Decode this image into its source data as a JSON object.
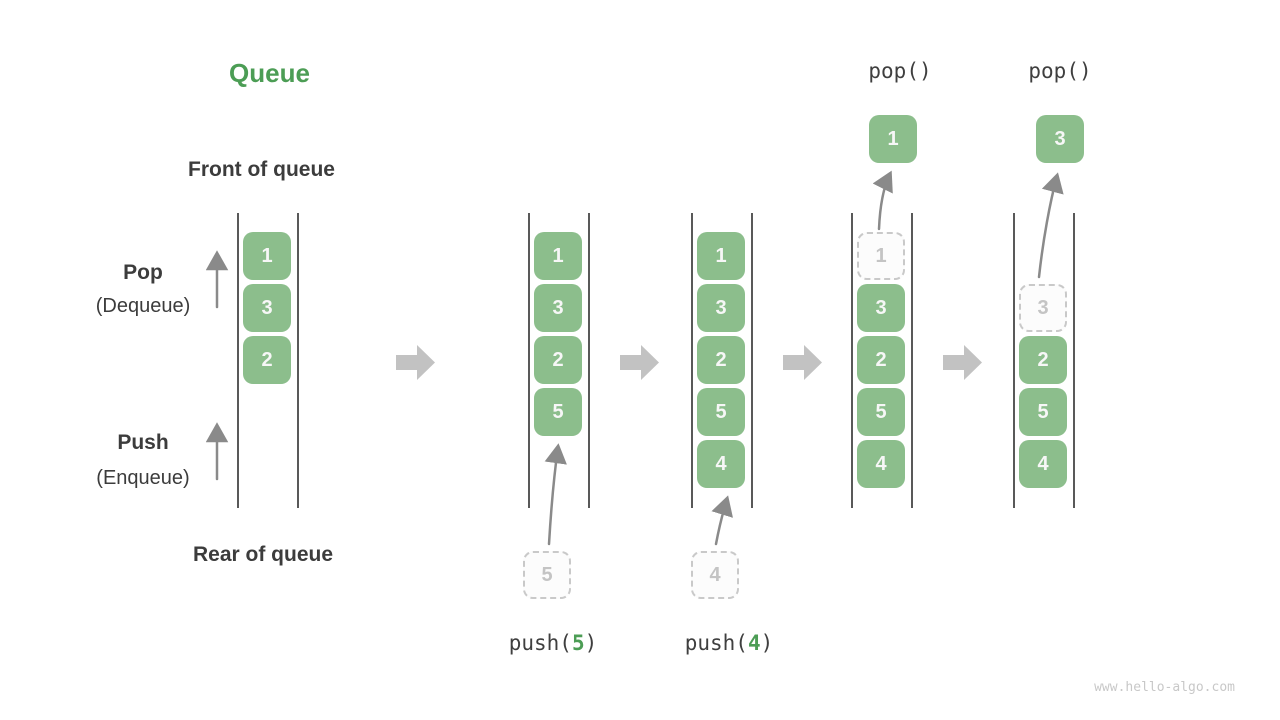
{
  "title": "Queue",
  "labels": {
    "front": "Front of queue",
    "rear": "Rear of queue",
    "pop": "Pop",
    "pop_alt": "(Dequeue)",
    "push": "Push",
    "push_alt": "(Enqueue)"
  },
  "operations": {
    "pop_first": "pop()",
    "pop_second": "pop()",
    "push_first": {
      "pre": "push(",
      "arg": "5",
      "post": ")"
    },
    "push_second": {
      "pre": "push(",
      "arg": "4",
      "post": ")"
    }
  },
  "columns": [
    {
      "cells": [
        {
          "value": "1",
          "state": "filled"
        },
        {
          "value": "3",
          "state": "filled"
        },
        {
          "value": "2",
          "state": "filled"
        }
      ]
    },
    {
      "cells": [
        {
          "value": "1",
          "state": "filled"
        },
        {
          "value": "3",
          "state": "filled"
        },
        {
          "value": "2",
          "state": "filled"
        },
        {
          "value": "5",
          "state": "filled"
        }
      ]
    },
    {
      "cells": [
        {
          "value": "1",
          "state": "filled"
        },
        {
          "value": "3",
          "state": "filled"
        },
        {
          "value": "2",
          "state": "filled"
        },
        {
          "value": "5",
          "state": "filled"
        },
        {
          "value": "4",
          "state": "filled"
        }
      ]
    },
    {
      "cells": [
        {
          "value": "1",
          "state": "ghost"
        },
        {
          "value": "3",
          "state": "filled"
        },
        {
          "value": "2",
          "state": "filled"
        },
        {
          "value": "5",
          "state": "filled"
        },
        {
          "value": "4",
          "state": "filled"
        }
      ]
    },
    {
      "cells": [
        {
          "value": "3",
          "state": "ghost"
        },
        {
          "value": "2",
          "state": "filled"
        },
        {
          "value": "5",
          "state": "filled"
        },
        {
          "value": "4",
          "state": "filled"
        }
      ]
    }
  ],
  "popped_values": [
    "1",
    "3"
  ],
  "staged_values": [
    "5",
    "4"
  ],
  "watermark": "www.hello-algo.com",
  "colors": {
    "box_green": "#8CBE8C",
    "accent_green": "#4C9D55",
    "text_dark": "#3C3C3C",
    "block_arrow_gray": "#C2C2C2",
    "thin_arrow_gray": "#8A8A8A",
    "ghost_gray": "#C9C9C9"
  }
}
